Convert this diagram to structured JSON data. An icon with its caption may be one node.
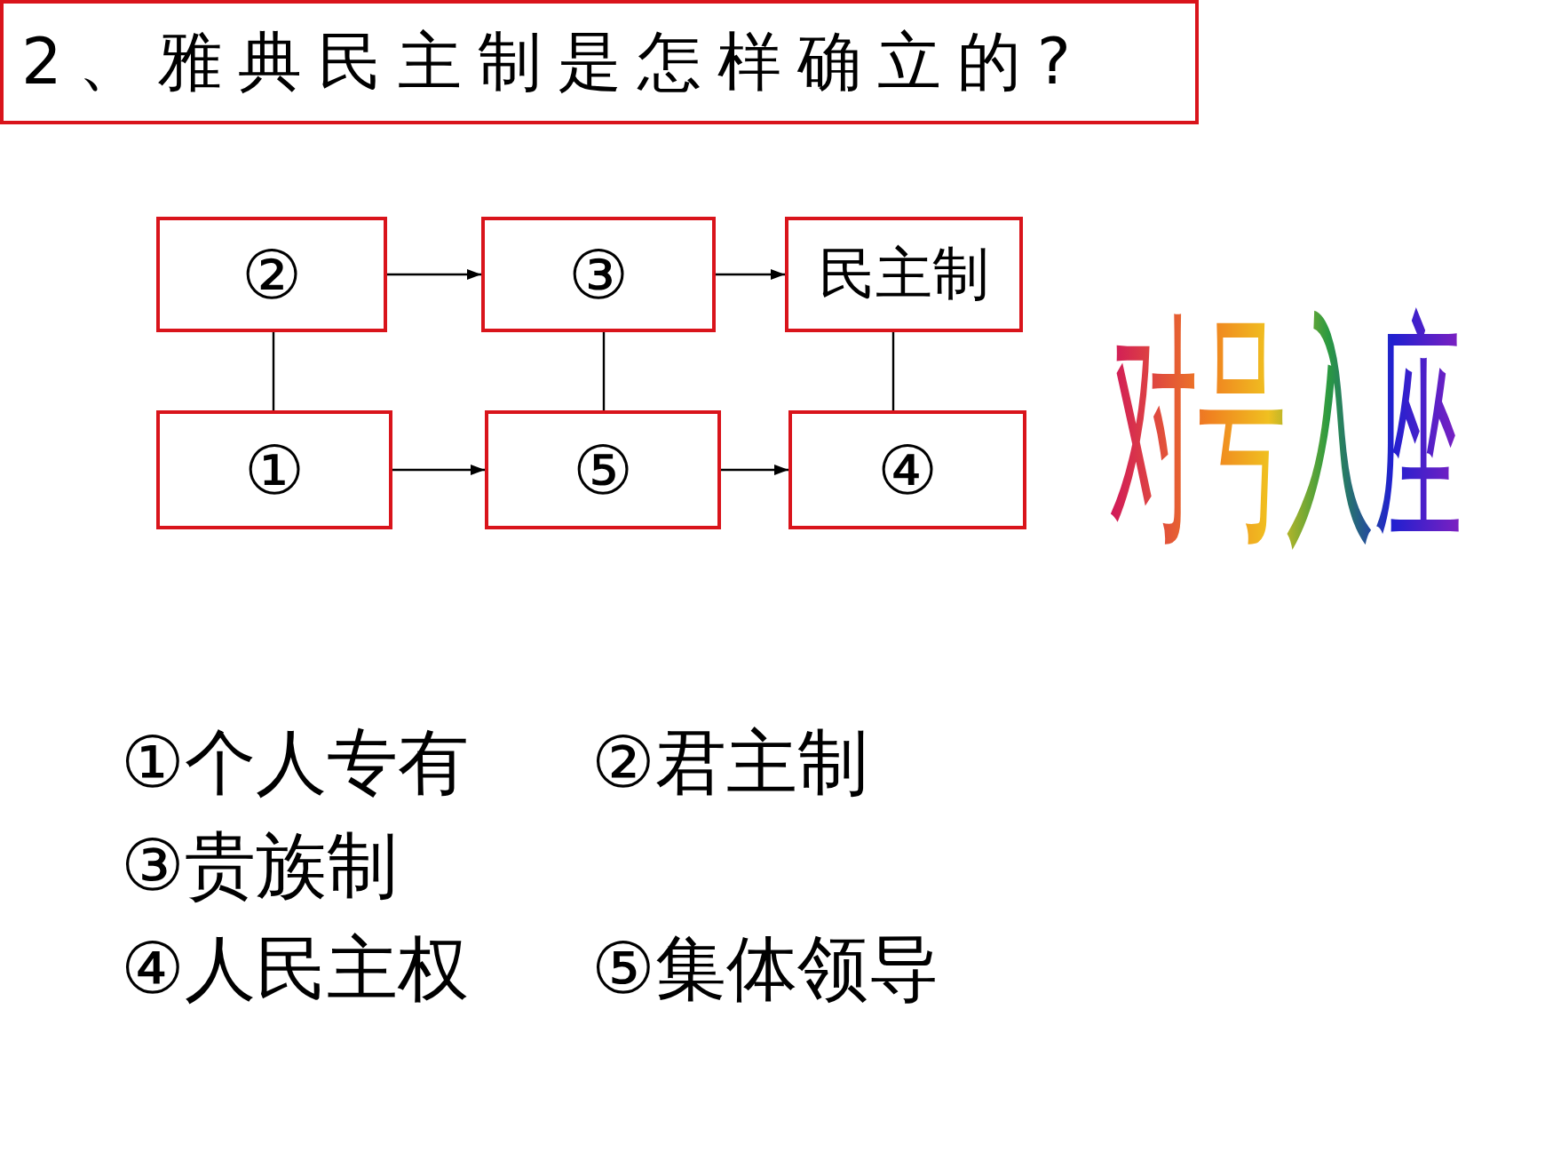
{
  "diagram": {
    "title": "2、雅典民主制是怎样确立的?",
    "nodes": [
      {
        "text": [
          "②"
        ]
      },
      {
        "text": [
          "③"
        ]
      },
      {
        "text": [
          "民主制"
        ]
      },
      {
        "text": [
          "①"
        ]
      },
      {
        "text": [
          "⑤"
        ]
      },
      {
        "text": [
          "④"
        ]
      }
    ],
    "edges": [
      {
        "from": 0,
        "to": 1,
        "arrow": "to"
      },
      {
        "from": 1,
        "to": 2,
        "arrow": "to"
      },
      {
        "from": 3,
        "to": 4,
        "arrow": "to"
      },
      {
        "from": 4,
        "to": 5,
        "arrow": "to"
      },
      {
        "from": 0,
        "to": 3,
        "arrow": "none"
      },
      {
        "from": 1,
        "to": 4,
        "arrow": "none"
      },
      {
        "from": 2,
        "to": 5,
        "arrow": "none"
      }
    ],
    "labels": [
      "对号入座",
      "①个人专有",
      "②君主制",
      "③贵族制",
      "④人民主权",
      "⑤集体领导"
    ]
  }
}
